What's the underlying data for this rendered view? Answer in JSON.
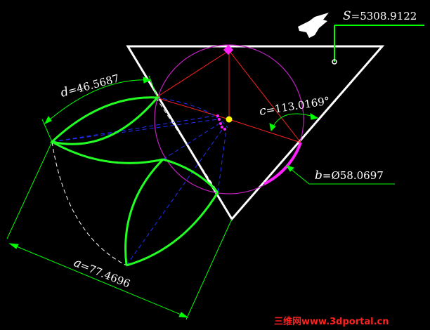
{
  "dimensions": {
    "area": {
      "symbol": "S",
      "text": "=5308.9122"
    },
    "length_a": {
      "symbol": "a",
      "text": "=77.4696"
    },
    "length_d": {
      "symbol": "d",
      "text": "=46.5687"
    },
    "angle_c": {
      "symbol": "c",
      "text": "=113.0169°"
    },
    "diameter_b": {
      "symbol": "b",
      "text": "=Ø58.0697"
    }
  },
  "watermark": {
    "text": "三维网www.3dportal.cn"
  },
  "icons": {
    "pointer": "hand-pointer-icon"
  },
  "colors": {
    "background": "#000000",
    "triangle": "#ffffff",
    "dimension": "#00ff00",
    "petal": "#22ff22",
    "circle": "#c020c0",
    "red_lines": "#ff2020",
    "blue_lines": "#2030ff",
    "center_point": "#ffff00",
    "magenta_points": "#ff20ff"
  }
}
